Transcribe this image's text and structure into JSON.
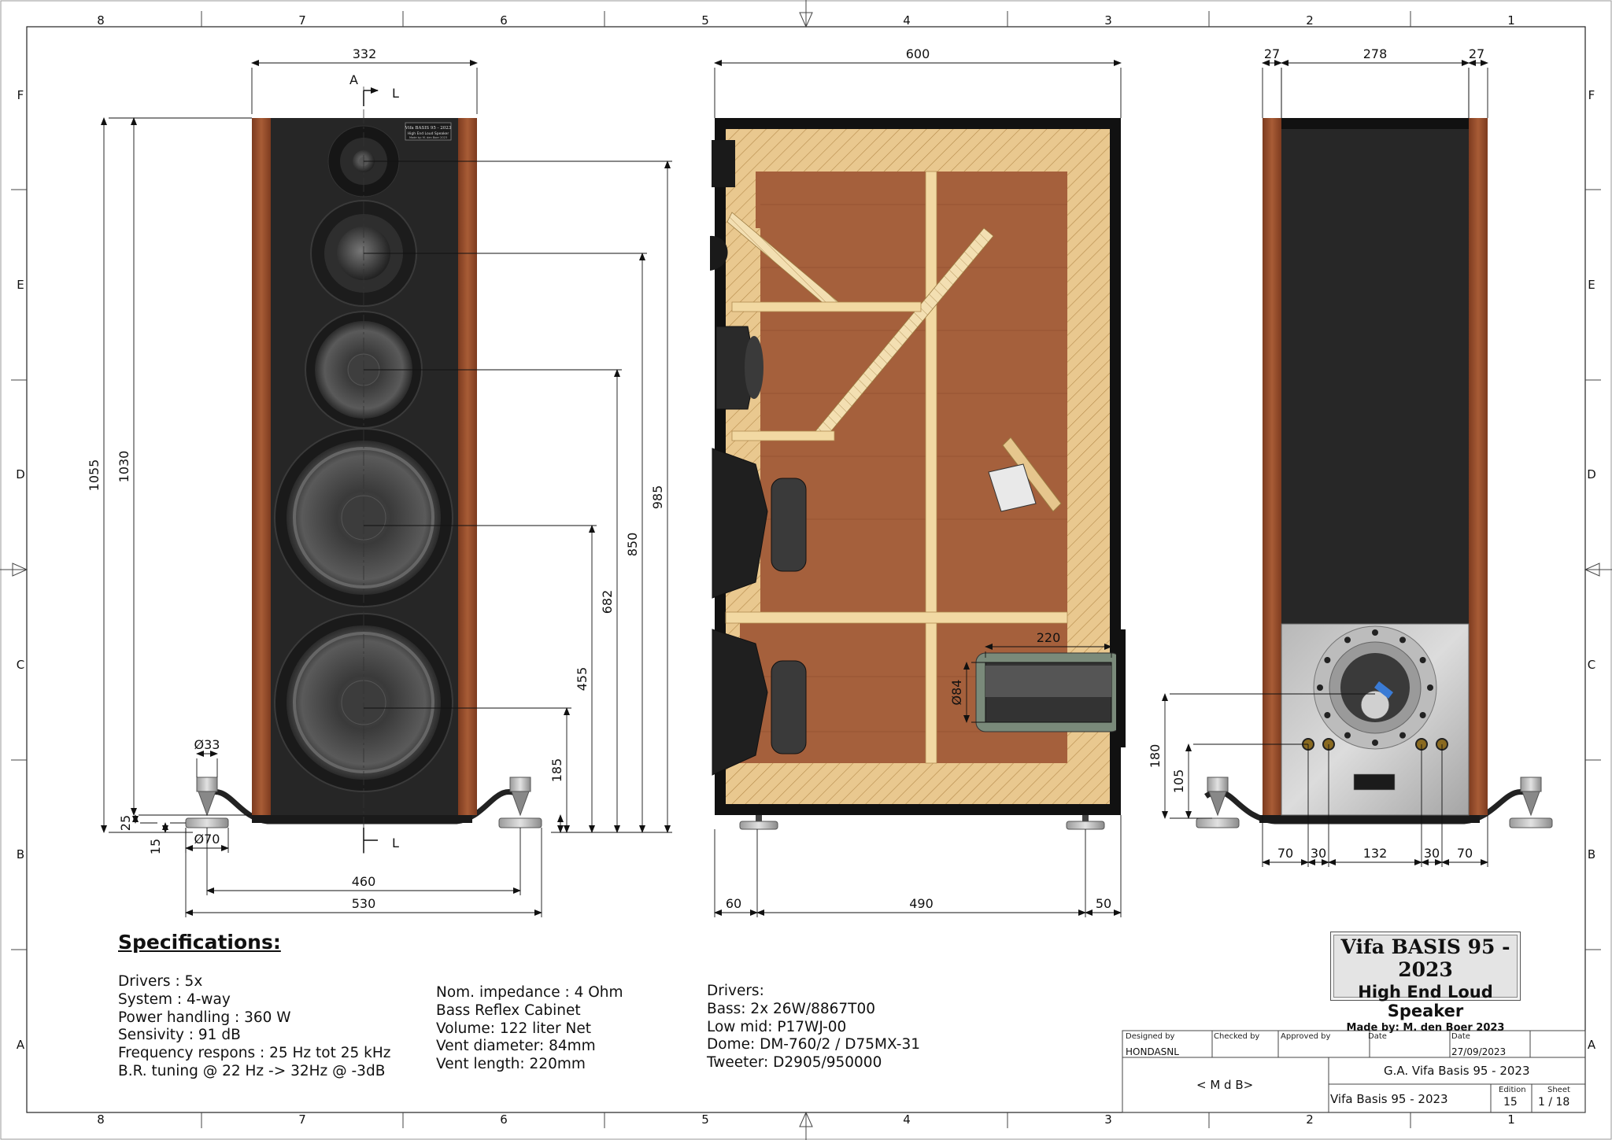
{
  "sheet": {
    "column_labels": [
      "8",
      "7",
      "6",
      "5",
      "4",
      "3",
      "2",
      "1"
    ],
    "row_labels": [
      "F",
      "E",
      "D",
      "C",
      "B",
      "A"
    ]
  },
  "front_view": {
    "dims": {
      "width": "332",
      "total_height": "1055",
      "cabinet_height": "1030",
      "tweeter_height": "985",
      "dome_height": "850",
      "lowmid_height": "682",
      "bass1_height": "455",
      "bass2_height": "185",
      "spike_diameter": "Ø33",
      "foot_diameter": "Ø70",
      "plinth_height": "25",
      "foot_height": "15",
      "spike_span": "460",
      "plinth_width": "530"
    },
    "section_labels": {
      "A": "A",
      "L_top": "L",
      "L_bottom": "L"
    },
    "badge": [
      "Vifa BASIS 95 - 2023",
      "High End Loud Speaker",
      "Made by: M. den Boer 2023"
    ]
  },
  "section_view": {
    "dims": {
      "depth": "600",
      "front_offset": "60",
      "spike_span": "490",
      "rear_offset": "50",
      "port_length": "220",
      "port_diameter": "Ø84"
    }
  },
  "rear_view": {
    "dims": {
      "side_left": "27",
      "inner_width": "278",
      "side_right": "27",
      "port_height": "180",
      "terminal_height": "105",
      "t1": "70",
      "t2": "30",
      "t3": "132",
      "t4": "30",
      "t5": "70"
    }
  },
  "specifications": {
    "title": "Specifications:",
    "col1": [
      "Drivers : 5x",
      "System : 4-way",
      "Power handling : 360 W",
      "Sensivity : 91 dB",
      "Frequency respons : 25 Hz tot 25 kHz",
      "B.R. tuning @ 22 Hz -> 32Hz @ -3dB"
    ],
    "col2": [
      "Nom. impedance : 4 Ohm",
      "Bass Reflex Cabinet",
      "Volume: 122 liter Net",
      "Vent diameter: 84mm",
      "Vent length: 220mm"
    ],
    "col3": [
      "Drivers:",
      "Bass: 2x 26W/8867T00",
      "Low mid: P17WJ-00",
      "Dome: DM-760/2 / D75MX-31",
      "Tweeter: D2905/950000"
    ]
  },
  "name_plate": {
    "line1": "Vifa BASIS 95 - 2023",
    "line2": "High End Loud Speaker",
    "line3": "Made by: M. den Boer 2023"
  },
  "title_block": {
    "designed_by_label": "Designed by",
    "checked_by_label": "Checked by",
    "approved_by_label": "Approved by",
    "date_label1": "Date",
    "date_label2": "Date",
    "designer": "HONDASNL",
    "date": "27/09/2023",
    "logo_text": "< M d B>",
    "drawing_title": "G.A. Vifa Basis 95 - 2023",
    "drawing_name": "Vifa Basis 95 - 2023",
    "edition_label": "Edition",
    "edition": "15",
    "sheet_label": "Sheet",
    "sheet": "1 / 18"
  },
  "colors": {
    "wood": "#9c4f2c",
    "baffle": "#262626",
    "mdf": "#e8c58d",
    "interior": "#a5603c",
    "brace": "#f2d9a3",
    "steel": "#c9c9c9"
  }
}
